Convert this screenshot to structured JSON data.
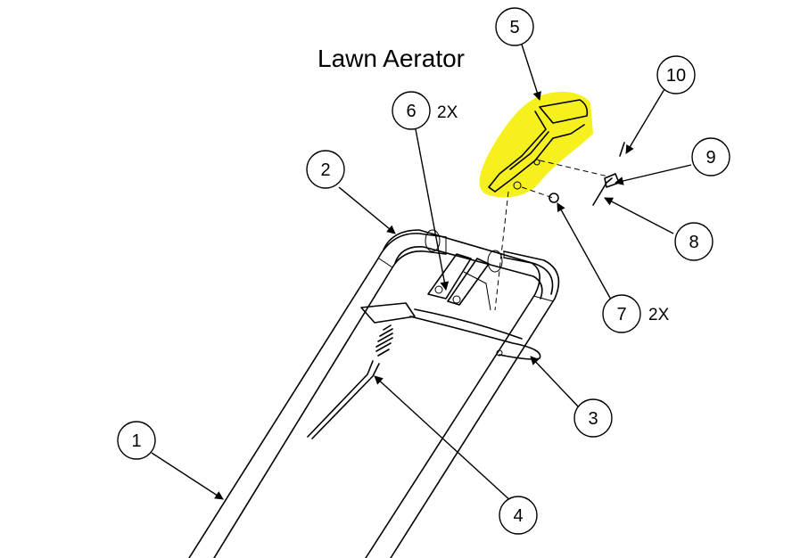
{
  "title": "Lawn Aerator",
  "callouts": [
    {
      "number": "1",
      "qty": ""
    },
    {
      "number": "2",
      "qty": ""
    },
    {
      "number": "3",
      "qty": ""
    },
    {
      "number": "4",
      "qty": ""
    },
    {
      "number": "5",
      "qty": ""
    },
    {
      "number": "6",
      "qty": "2X"
    },
    {
      "number": "7",
      "qty": "2X"
    },
    {
      "number": "8",
      "qty": ""
    },
    {
      "number": "9",
      "qty": ""
    },
    {
      "number": "10",
      "qty": ""
    }
  ],
  "highlight_color": "#f5f01e",
  "highlighted_part": "5"
}
